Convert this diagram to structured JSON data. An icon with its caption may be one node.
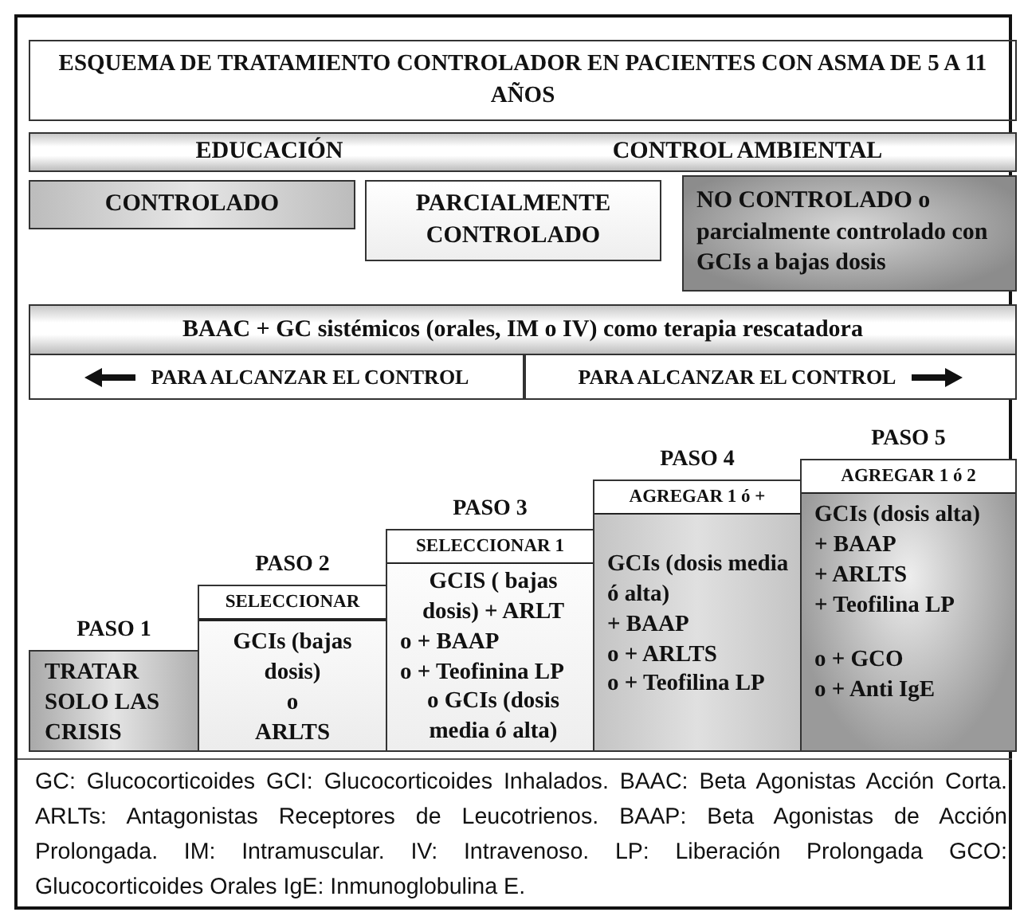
{
  "diagram": {
    "title": "ESQUEMA DE TRATAMIENTO CONTROLADOR EN PACIENTES CON ASMA DE 5 A 11 AÑOS",
    "nodes": [
      {
        "text": [
          "EDUCACIÓN",
          "CONTROL AMBIENTAL"
        ]
      },
      {
        "text": [
          "CONTROLADO"
        ]
      },
      {
        "text": [
          "PARCIALMENTE CONTROLADO"
        ]
      },
      {
        "text": [
          "NO CONTROLADO o parcialmente controlado con GCIs a bajas dosis"
        ]
      },
      {
        "text": [
          "BAAC + GC sistémicos (orales, IM o IV) como terapia rescatadora"
        ]
      },
      {
        "text": [
          "PARA ALCANZAR EL CONTROL"
        ]
      },
      {
        "text": [
          "PARA ALCANZAR EL CONTROL"
        ]
      },
      {
        "text": [
          "PASO 1",
          "TRATAR SOLO LAS CRISIS"
        ]
      },
      {
        "text": [
          "PASO 2",
          "SELECCIONAR",
          "GCIs (bajas dosis)",
          "o",
          "ARLTS"
        ]
      },
      {
        "text": [
          "PASO 3",
          "SELECCIONAR 1",
          "GCIS ( bajas dosis) + ARLT",
          "o + BAAP",
          "o + Teofinina LP",
          "o GCIs (dosis media ó alta)"
        ]
      },
      {
        "text": [
          "PASO 4",
          "AGREGAR 1 ó +",
          "GCIs (dosis media ó alta)",
          "+ BAAP",
          "o + ARLTS",
          "o + Teofilina LP"
        ]
      },
      {
        "text": [
          "PASO 5",
          "AGREGAR 1 ó 2",
          "GCIs (dosis alta)",
          "+ BAAP",
          "+ ARLTS",
          "+ Teofilina LP",
          "o + GCO",
          "o + Anti IgE"
        ]
      }
    ],
    "labels": [
      "GC: Glucocorticoides GCI: Glucocorticoides Inhalados. BAAC: Beta Agonistas Acción Corta. ARLTs: Antagonistas Receptores de Leucotrienos. BAAP: Beta Agonistas de Acción Prolongada. IM: Intramuscular. IV: Intravenoso. LP: Liberación Prolongada GCO: Glucocorticoides Orales IgE: Inmunoglobulina E."
    ]
  }
}
